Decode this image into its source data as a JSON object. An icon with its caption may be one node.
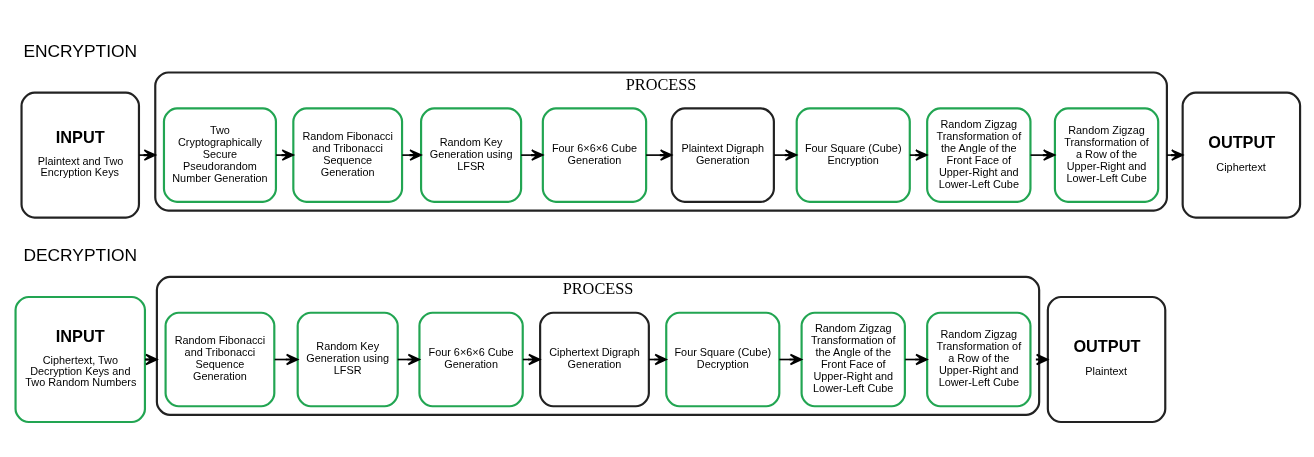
{
  "diagram": {
    "nodes": [
      {
        "text": [
          "INPUT",
          "Plaintext and Two Encryption Keys"
        ]
      },
      {
        "text": [
          "PROCESS"
        ]
      },
      {
        "text": [
          "Two Cryptographically Secure Pseudorandom Number Generation"
        ],
        "in": 1
      },
      {
        "text": [
          "Random Fibonacci and Tribonacci Sequence Generation"
        ],
        "in": 1
      },
      {
        "text": [
          "Random Key Generation using LFSR"
        ],
        "in": 1
      },
      {
        "text": [
          "Four 6×6×6 Cube Generation"
        ],
        "in": 1
      },
      {
        "text": [
          "Plaintext Digraph Generation"
        ],
        "in": 1
      },
      {
        "text": [
          "Four Square (Cube) Encryption"
        ],
        "in": 1
      },
      {
        "text": [
          "Random Zigzag Transformation of the Angle of the Front Face of Upper-Right and Lower-Left Cube"
        ],
        "in": 1
      },
      {
        "text": [
          "Random Zigzag Transformation of a Row of the Upper-Right and Lower-Left Cube"
        ],
        "in": 1
      },
      {
        "text": [
          "OUTPUT",
          "Ciphertext"
        ]
      },
      {
        "text": [
          "INPUT",
          "Ciphertext, Two Decryption Keys and Two Random Numbers"
        ]
      },
      {
        "text": [
          "PROCESS"
        ]
      },
      {
        "text": [
          "Random Fibonacci and Tribonacci Sequence Generation"
        ],
        "in": 12
      },
      {
        "text": [
          "Random Key Generation using LFSR"
        ],
        "in": 12
      },
      {
        "text": [
          "Four 6×6×6 Cube Generation"
        ],
        "in": 12
      },
      {
        "text": [
          "Ciphertext Digraph Generation"
        ],
        "in": 12
      },
      {
        "text": [
          "Four Square (Cube) Decryption"
        ],
        "in": 12
      },
      {
        "text": [
          "Random Zigzag Transformation of the Angle of the Front Face of Upper-Right and Lower-Left Cube"
        ],
        "in": 12
      },
      {
        "text": [
          "Random Zigzag Transformation of a Row of the Upper-Right and Lower-Left Cube"
        ],
        "in": 12
      },
      {
        "text": [
          "OUTPUT",
          "Plaintext"
        ]
      }
    ],
    "edges": [
      {
        "from": 0,
        "to": 1,
        "arrow": "to"
      },
      {
        "from": 2,
        "to": 3,
        "arrow": "to"
      },
      {
        "from": 3,
        "to": 4,
        "arrow": "to"
      },
      {
        "from": 4,
        "to": 5,
        "arrow": "to"
      },
      {
        "from": 5,
        "to": 6,
        "arrow": "to"
      },
      {
        "from": 6,
        "to": 7,
        "arrow": "to"
      },
      {
        "from": 7,
        "to": 8,
        "arrow": "to"
      },
      {
        "from": 8,
        "to": 9,
        "arrow": "to"
      },
      {
        "from": 1,
        "to": 10,
        "arrow": "to"
      },
      {
        "from": 11,
        "to": 12,
        "arrow": "to"
      },
      {
        "from": 13,
        "to": 14,
        "arrow": "to"
      },
      {
        "from": 14,
        "to": 15,
        "arrow": "to"
      },
      {
        "from": 15,
        "to": 16,
        "arrow": "to"
      },
      {
        "from": 16,
        "to": 17,
        "arrow": "to"
      },
      {
        "from": 17,
        "to": 18,
        "arrow": "to"
      },
      {
        "from": 18,
        "to": 19,
        "arrow": "to"
      },
      {
        "from": 12,
        "to": 20,
        "arrow": "to"
      }
    ],
    "labels": [
      "ENCRYPTION",
      "DECRYPTION"
    ]
  }
}
